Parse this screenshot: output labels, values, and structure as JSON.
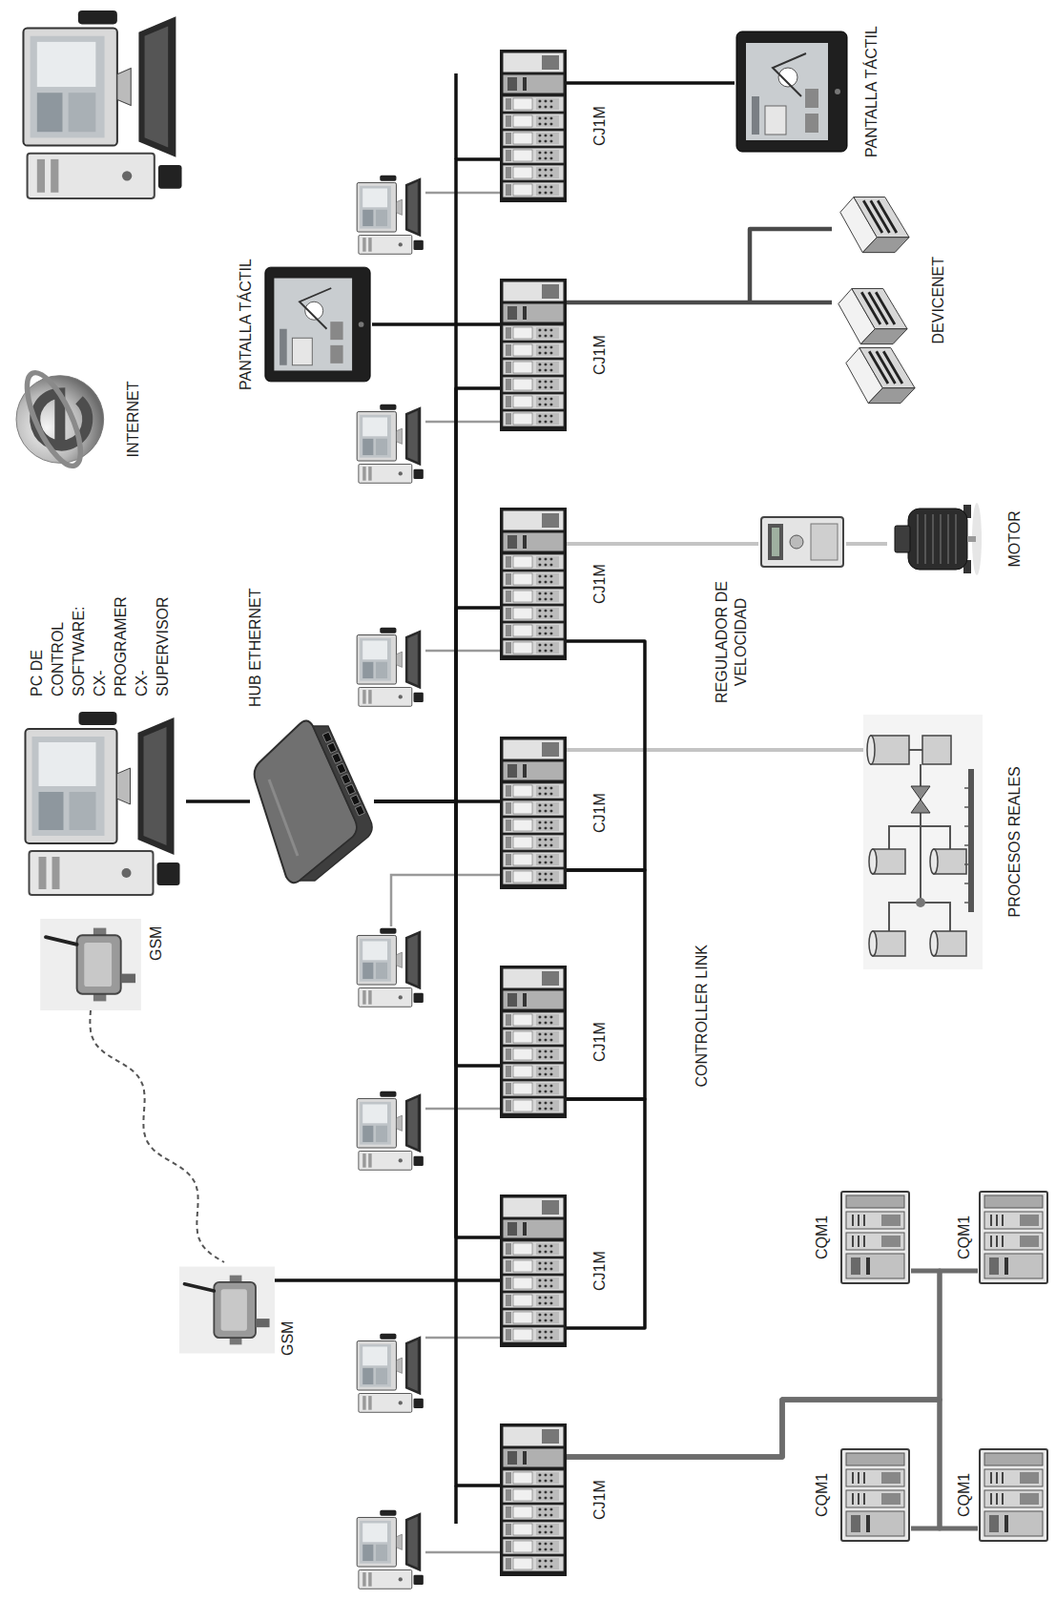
{
  "diagram": {
    "nodes": [
      {
        "text": [
          "INTERNET"
        ]
      },
      {
        "text": [
          "PC DE CONTROL SOFTWARE: CX- PROGRAMER CX- SUPERVISOR"
        ]
      },
      {
        "text": [
          "HUB ETHERNET"
        ]
      },
      {
        "text": [
          "GSM"
        ]
      },
      {
        "text": [
          "GSM"
        ]
      },
      {
        "text": [
          "PANTALLA TÁCTIL"
        ]
      },
      {
        "text": [
          "PANTALLA TÁCTIL"
        ]
      },
      {
        "text": [
          "CJ1M"
        ]
      },
      {
        "text": [
          "CJ1M"
        ]
      },
      {
        "text": [
          "CJ1M"
        ]
      },
      {
        "text": [
          "CJ1M"
        ]
      },
      {
        "text": [
          "CJ1M"
        ]
      },
      {
        "text": [
          "CJ1M"
        ]
      },
      {
        "text": [
          "CJ1M"
        ]
      },
      {
        "text": [
          "DEVICENET"
        ]
      },
      {
        "text": [
          "REGULADOR DE VELOCIDAD"
        ]
      },
      {
        "text": [
          "MOTOR"
        ]
      },
      {
        "text": [
          "PROCESOS REALES"
        ]
      },
      {
        "text": [
          "CQM1"
        ]
      },
      {
        "text": [
          "CQM1"
        ]
      },
      {
        "text": [
          "CQM1"
        ]
      },
      {
        "text": [
          "CQM1"
        ]
      }
    ],
    "edges": [
      {
        "from": 1,
        "to": 2,
        "arrow": "none"
      },
      {
        "from": 2,
        "to": 7,
        "arrow": "none"
      },
      {
        "from": 2,
        "to": 8,
        "arrow": "none"
      },
      {
        "from": 2,
        "to": 9,
        "arrow": "none"
      },
      {
        "from": 2,
        "to": 10,
        "arrow": "none"
      },
      {
        "from": 2,
        "to": 11,
        "arrow": "none"
      },
      {
        "from": 2,
        "to": 12,
        "arrow": "none"
      },
      {
        "from": 2,
        "to": 13,
        "arrow": "none"
      },
      {
        "from": 3,
        "to": 4,
        "arrow": "none"
      },
      {
        "from": 4,
        "to": 12,
        "arrow": "none"
      },
      {
        "from": 7,
        "to": 6,
        "arrow": "none"
      },
      {
        "from": 5,
        "to": 8,
        "arrow": "none"
      },
      {
        "from": 8,
        "to": 14,
        "arrow": "none"
      },
      {
        "from": 9,
        "to": 15,
        "arrow": "none"
      },
      {
        "from": 15,
        "to": 16,
        "arrow": "none"
      },
      {
        "from": 10,
        "to": 17,
        "arrow": "none"
      },
      {
        "from": 9,
        "to": 10,
        "arrow": "none"
      },
      {
        "from": 10,
        "to": 11,
        "arrow": "none"
      },
      {
        "from": 11,
        "to": 12,
        "arrow": "none"
      },
      {
        "from": 13,
        "to": 18,
        "arrow": "none"
      },
      {
        "from": 13,
        "to": 19,
        "arrow": "none"
      },
      {
        "from": 13,
        "to": 20,
        "arrow": "none"
      },
      {
        "from": 13,
        "to": 21,
        "arrow": "none"
      }
    ],
    "labels": [
      "CONTROLLER LINK"
    ]
  }
}
